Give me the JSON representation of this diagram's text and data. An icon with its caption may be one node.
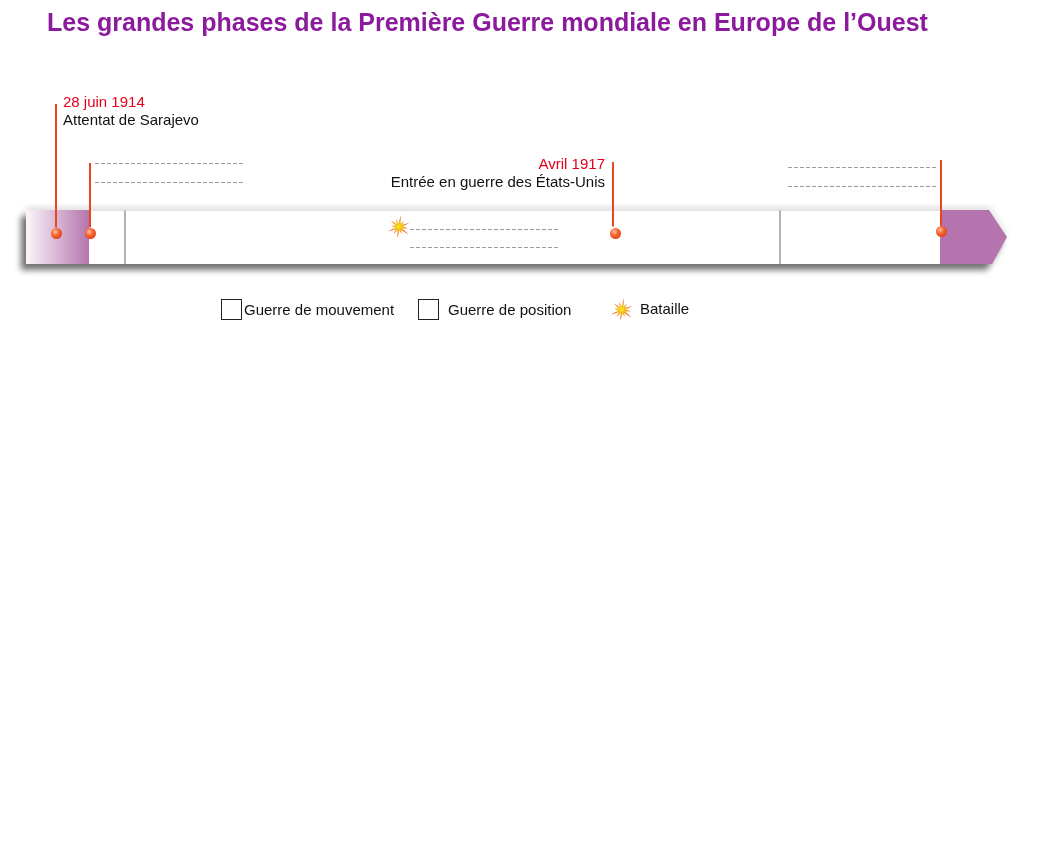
{
  "diagram": {
    "title": "Les grandes phases de la Première Guerre mondiale en Europe de l’Ouest",
    "nodes": [
      {
        "text": [
          "28 juin 1914",
          "Attentat de Sarajevo"
        ]
      },
      {
        "text": [
          "Avril 1917",
          "Entrée en guerre des États-Unis"
        ]
      },
      {
        "text": [],
        "shape": "box"
      },
      {
        "text": [],
        "shape": "box"
      },
      {
        "text": [],
        "shape": "box"
      },
      {
        "text": [],
        "shape": "box"
      },
      {
        "text": [],
        "shape": "arrow"
      },
      {
        "text": [],
        "shape": "circle",
        "in": 2
      },
      {
        "text": [],
        "shape": "circle"
      },
      {
        "text": [],
        "shape": "circle",
        "in": 4
      },
      {
        "text": [],
        "shape": "circle"
      }
    ],
    "edges": [
      {
        "from": 0,
        "to": 7,
        "arrow": "none"
      },
      {
        "from": null,
        "to": 8,
        "arrow": "none"
      },
      {
        "from": 1,
        "to": 9,
        "arrow": "none"
      },
      {
        "from": null,
        "to": 10,
        "arrow": "none"
      }
    ],
    "legend": [
      {
        "text": "Guerre de mouvement"
      },
      {
        "text": "Guerre de position"
      },
      {
        "text": "Bataille"
      }
    ]
  }
}
